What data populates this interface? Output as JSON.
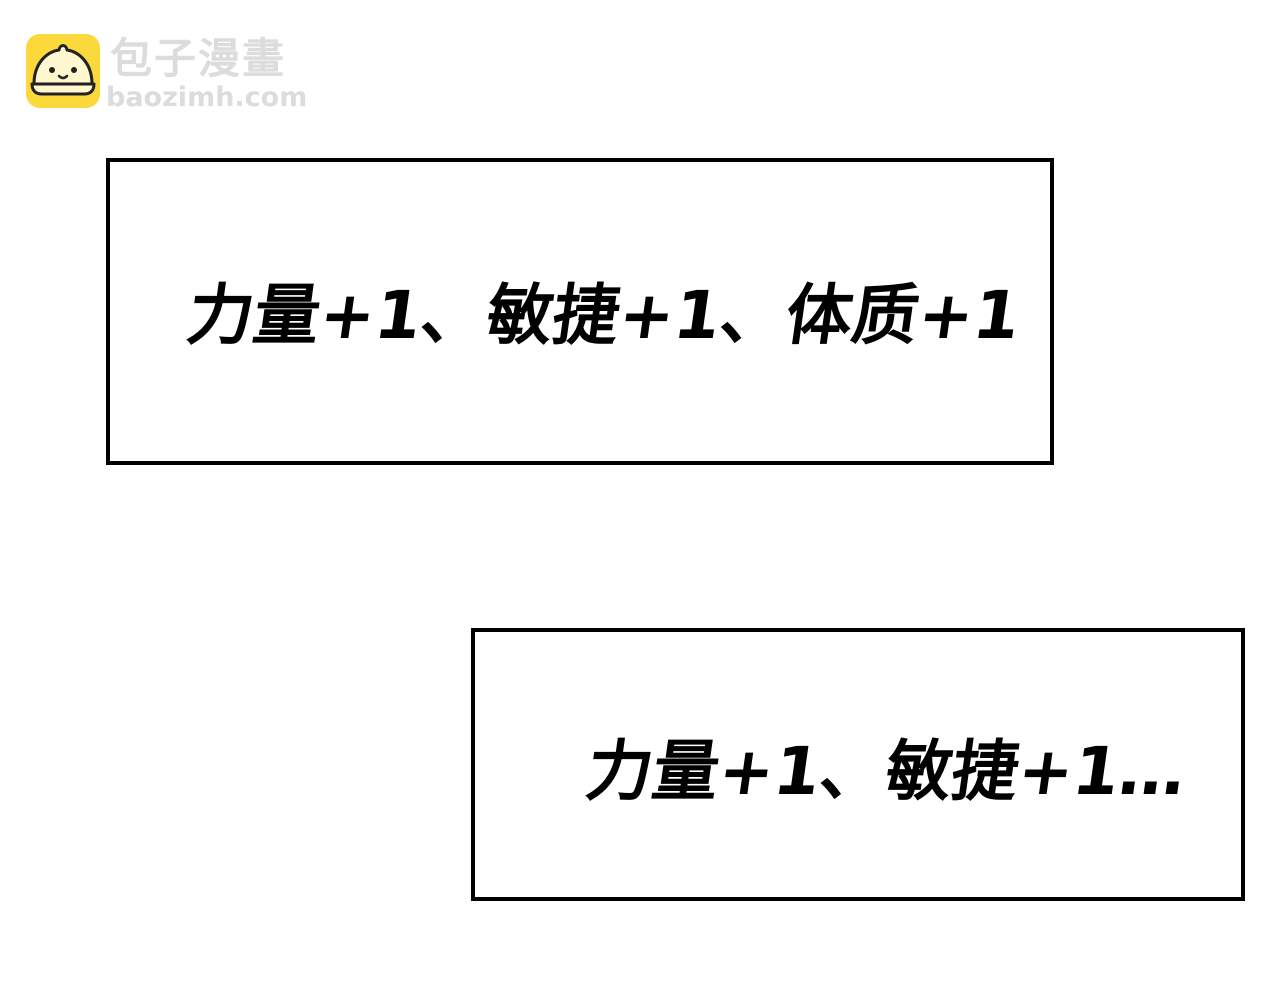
{
  "watermark": {
    "site_name": "包子漫畫",
    "site_url": "baozimh.com",
    "logo_icon": "steamed-bun-icon",
    "colors": {
      "logo_bg": "#fcd93b",
      "text": "#dcdcdc"
    }
  },
  "panels": [
    {
      "caption": "力量+1、敏捷+1、体质+1"
    },
    {
      "caption": "力量+1、敏捷+1…"
    }
  ]
}
